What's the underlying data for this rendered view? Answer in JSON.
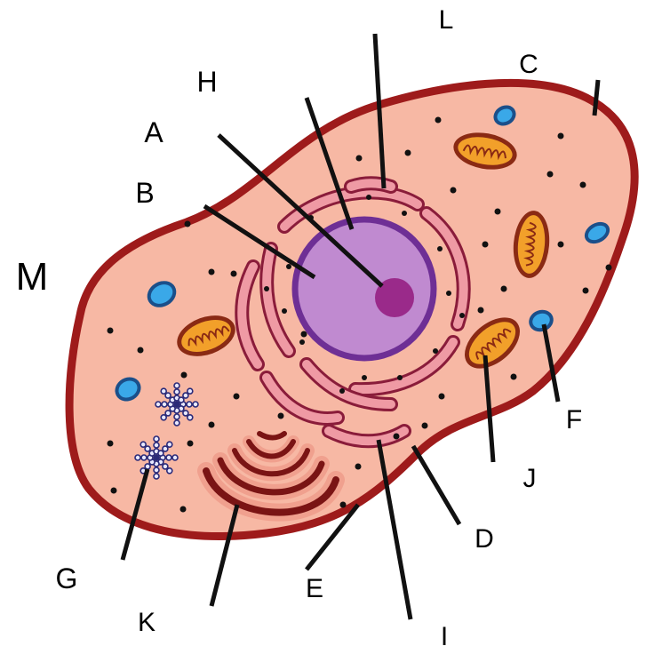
{
  "labels": {
    "A": "A",
    "B": "B",
    "C": "C",
    "D": "D",
    "E": "E",
    "F": "F",
    "G": "G",
    "H": "H",
    "I": "I",
    "J": "J",
    "K": "K",
    "L": "L",
    "M": "M"
  },
  "colors": {
    "membrane": "#9e1b1b",
    "cytoplasm": "#f7b8a4",
    "nucleus_envelope": "#6e2f95",
    "nucleus": "#c08ad0",
    "nucleolus": "#9a2a8a",
    "er_fill": "#ef9aa4",
    "er_outline": "#8a1c3a",
    "golgi_dark": "#7a1414",
    "golgi_light": "#f0a08e",
    "mito_outer": "#8a2a14",
    "mito_inner": "#f2a02a",
    "vacuole_outer": "#1b4f8a",
    "vacuole_inner": "#3aa8e8",
    "centriole": "#2a2a78",
    "ribosome": "#111111",
    "pointer": "#111111"
  },
  "icons": {
    "mitochondrion": "mitochondrion-icon",
    "vacuole": "vacuole-icon",
    "centriole": "centriole-icon",
    "golgi": "golgi-apparatus-icon",
    "nucleus": "nucleus-icon"
  }
}
